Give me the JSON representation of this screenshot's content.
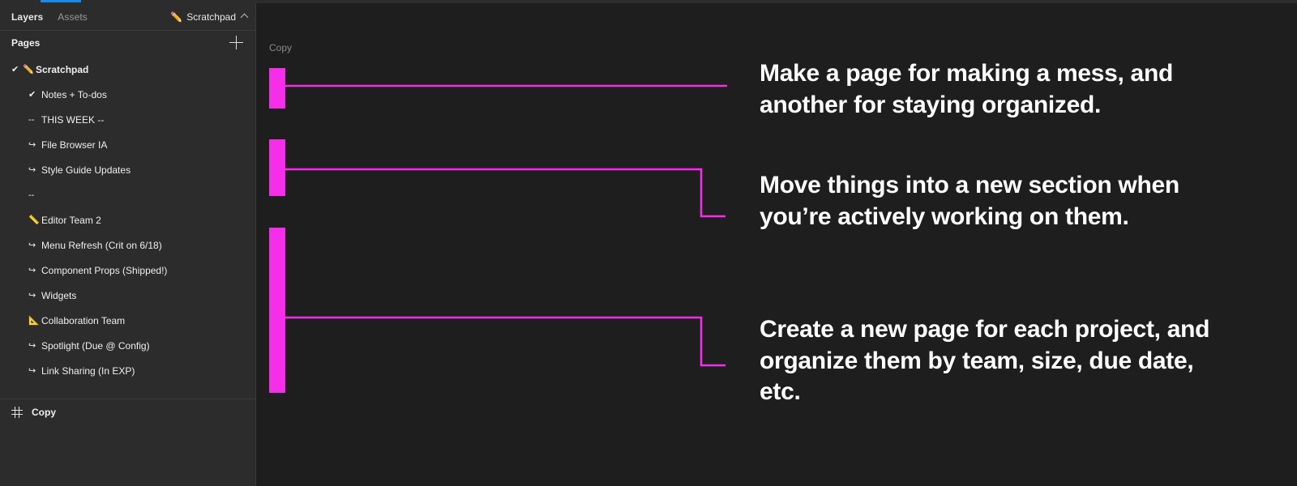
{
  "app": {
    "accent_blue": "#1e88e5",
    "magenta": "#f62de9",
    "sidebar_bg": "#2c2c2c",
    "canvas_bg": "#1e1e1e"
  },
  "sidebar": {
    "tabs": [
      {
        "label": "Layers",
        "active": true
      },
      {
        "label": "Assets",
        "active": false
      }
    ],
    "page_chip": {
      "icon": "pencil-emoji",
      "glyph": "✏️",
      "label": "Scratchpad",
      "chevron": "chevron-up-icon"
    },
    "pages_header": {
      "label": "Pages",
      "add_button": "add-page-button"
    },
    "pages": [
      {
        "check": "✔",
        "icon": "pencil-emoji",
        "glyph": "✏️",
        "label": "Scratchpad",
        "root": true
      },
      {
        "check": "",
        "icon": "check-icon",
        "glyph": "✔",
        "label": "Notes + To-dos",
        "root": false
      },
      {
        "check": "",
        "icon": "dashes-icon",
        "glyph": "--",
        "label": "THIS WEEK --",
        "root": false
      },
      {
        "check": "",
        "icon": "arrow-hook-icon",
        "glyph": "↪",
        "label": "File Browser IA",
        "root": false
      },
      {
        "check": "",
        "icon": "arrow-hook-icon",
        "glyph": "↪",
        "label": "Style Guide Updates",
        "root": false
      },
      {
        "check": "",
        "icon": "dashes-icon",
        "glyph": "--",
        "label": "",
        "root": false
      },
      {
        "check": "",
        "icon": "straight-ruler-emoji",
        "glyph": "📏",
        "label": "Editor Team 2",
        "root": false
      },
      {
        "check": "",
        "icon": "arrow-hook-icon",
        "glyph": "↪",
        "label": "Menu Refresh (Crit on 6/18)",
        "root": false
      },
      {
        "check": "",
        "icon": "arrow-hook-icon",
        "glyph": "↪",
        "label": "Component Props (Shipped!)",
        "root": false
      },
      {
        "check": "",
        "icon": "arrow-hook-icon",
        "glyph": "↪",
        "label": "Widgets",
        "root": false
      },
      {
        "check": "",
        "icon": "straight-ruler-emoji",
        "glyph": "📐",
        "label": "Collaboration Team",
        "root": false
      },
      {
        "check": "",
        "icon": "arrow-hook-icon",
        "glyph": "↪",
        "label": "Spotlight (Due @ Config)",
        "root": false
      },
      {
        "check": "",
        "icon": "arrow-hook-icon",
        "glyph": "↪",
        "label": "Link Sharing (In EXP)",
        "root": false
      }
    ],
    "layers": [
      {
        "icon": "frame-icon",
        "label": "Copy"
      }
    ]
  },
  "canvas": {
    "frame_title": "Copy",
    "copy_blocks": [
      {
        "text": "Make a page for making a mess, and another for staying organized."
      },
      {
        "text": "Move things into a new section when you’re actively working on them."
      },
      {
        "text": "Create a new page for each project, and organize them by team, size, due date, etc."
      }
    ]
  }
}
